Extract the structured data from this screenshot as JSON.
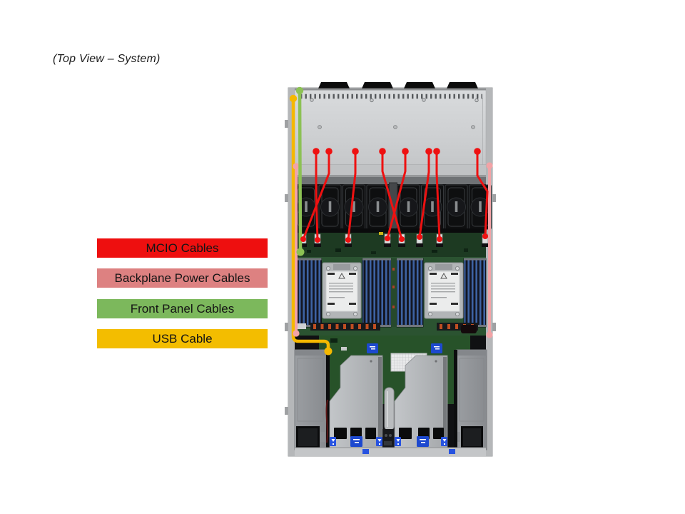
{
  "title": "(Top View – System)",
  "legend": {
    "items": [
      {
        "id": "mcio",
        "label": "MCIO Cables",
        "color": "#ee0f0f"
      },
      {
        "id": "backplane-power",
        "label": "Backplane Power Cables",
        "color": "#dd8181"
      },
      {
        "id": "front-panel",
        "label": "Front Panel Cables",
        "color": "#7cb85c"
      },
      {
        "id": "usb",
        "label": "USB Cable",
        "color": "#f3bd00"
      }
    ]
  },
  "diagram": {
    "subject": "server chassis top view with cable routing overlay",
    "cable_colors": {
      "mcio": "#ee1111",
      "backplane_power": "#f2a3a6",
      "front_panel": "#8cc154",
      "usb": "#f5b800"
    },
    "cable_counts": {
      "mcio": 8,
      "backplane_power": 2,
      "front_panel": 1,
      "usb": 1
    }
  }
}
